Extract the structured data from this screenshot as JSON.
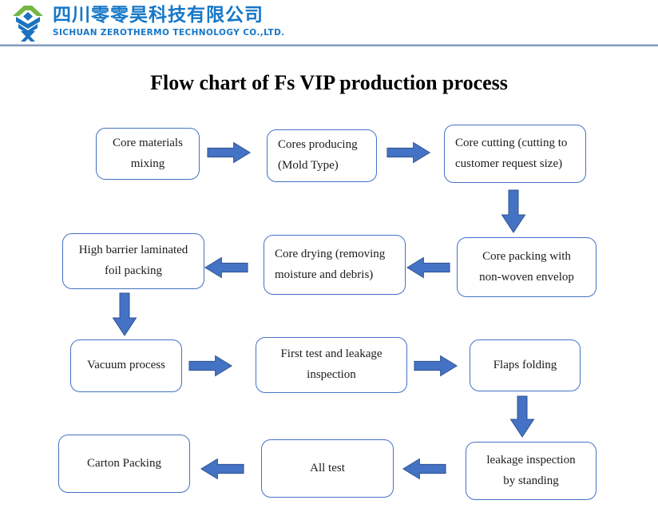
{
  "header": {
    "company_cn": "四川零零昊科技有限公司",
    "company_en": "SICHUAN ZEROTHERMO TECHNOLOGY CO.,LTD."
  },
  "title": "Flow chart of Fs VIP production process",
  "colors": {
    "accent": "#4472c4",
    "arrow_border": "#2f528f",
    "brand": "#1677c8",
    "logo_green": "#74b843",
    "logo_blue": "#1b72c0"
  },
  "flowchart": {
    "nodes": [
      {
        "id": "core-materials-mixing",
        "text": "Core materials\nmixing"
      },
      {
        "id": "cores-producing",
        "text": "Cores producing\n(Mold Type)"
      },
      {
        "id": "core-cutting",
        "text": "Core cutting (cutting to\ncustomer request size)"
      },
      {
        "id": "core-packing",
        "text": "Core packing with\nnon-woven envelop"
      },
      {
        "id": "core-drying",
        "text": "Core drying (removing\nmoisture and debris)"
      },
      {
        "id": "high-barrier-foil-packing",
        "text": "High barrier laminated\nfoil packing"
      },
      {
        "id": "vacuum-process",
        "text": "Vacuum process"
      },
      {
        "id": "first-test-leakage-inspection",
        "text": "First test and leakage\ninspection"
      },
      {
        "id": "flaps-folding",
        "text": "Flaps folding"
      },
      {
        "id": "leakage-inspection-by-standing",
        "text": "leakage inspection\nby standing"
      },
      {
        "id": "all-test",
        "text": "All test"
      },
      {
        "id": "carton-packing",
        "text": "Carton Packing"
      }
    ],
    "arrows": [
      {
        "from": "core-materials-mixing",
        "to": "cores-producing",
        "direction": "right"
      },
      {
        "from": "cores-producing",
        "to": "core-cutting",
        "direction": "right"
      },
      {
        "from": "core-cutting",
        "to": "core-packing",
        "direction": "down"
      },
      {
        "from": "core-packing",
        "to": "core-drying",
        "direction": "left"
      },
      {
        "from": "core-drying",
        "to": "high-barrier-foil-packing",
        "direction": "left"
      },
      {
        "from": "high-barrier-foil-packing",
        "to": "vacuum-process",
        "direction": "down"
      },
      {
        "from": "vacuum-process",
        "to": "first-test-leakage-inspection",
        "direction": "right"
      },
      {
        "from": "first-test-leakage-inspection",
        "to": "flaps-folding",
        "direction": "right"
      },
      {
        "from": "flaps-folding",
        "to": "leakage-inspection-by-standing",
        "direction": "down"
      },
      {
        "from": "leakage-inspection-by-standing",
        "to": "all-test",
        "direction": "left"
      },
      {
        "from": "all-test",
        "to": "carton-packing",
        "direction": "left"
      }
    ]
  }
}
